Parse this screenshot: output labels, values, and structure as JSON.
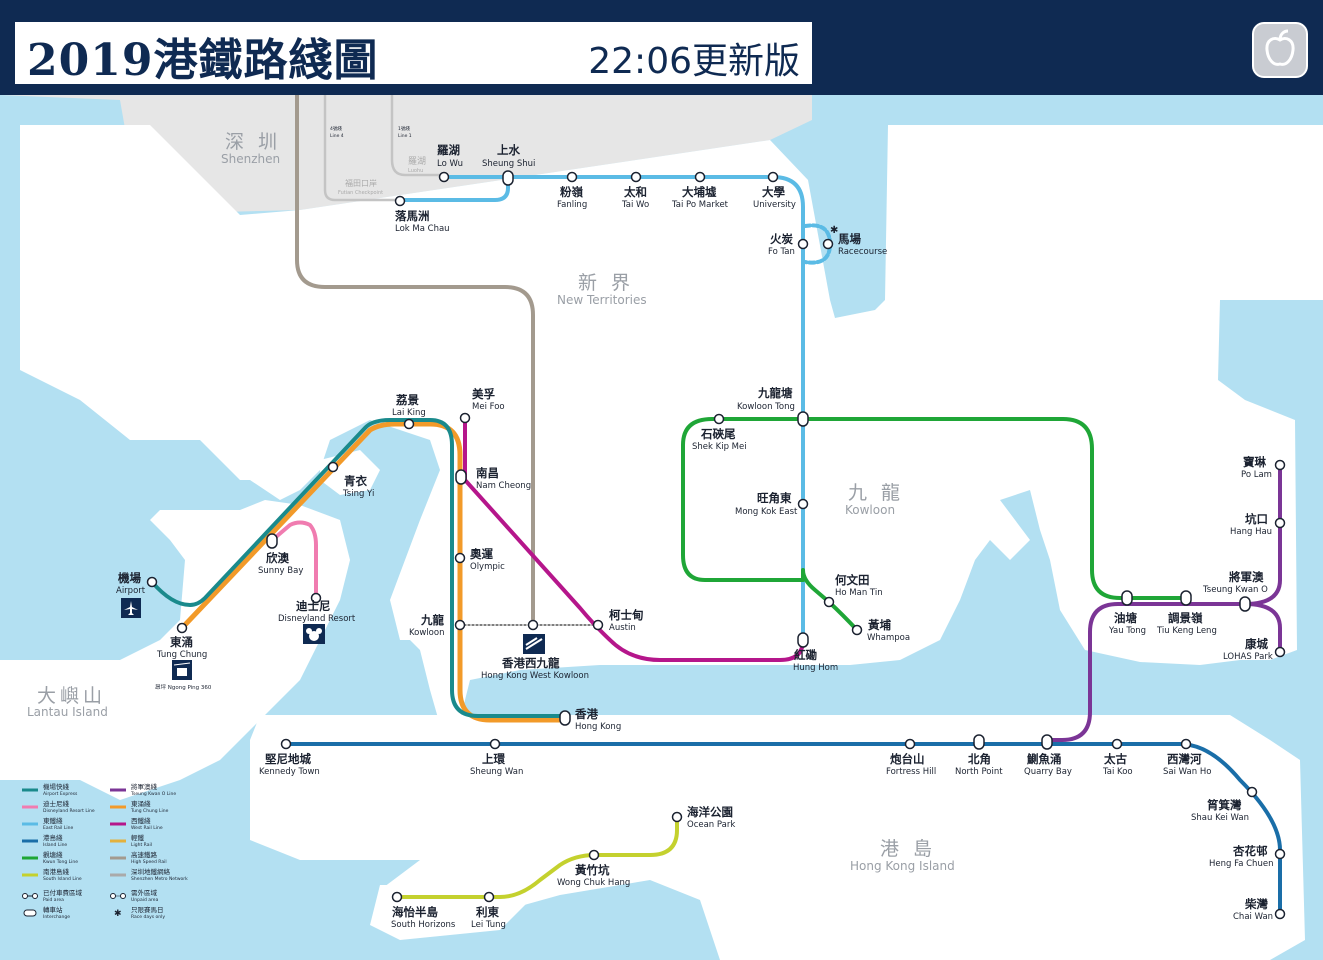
{
  "header": {
    "title": "2019港鐵路綫圖",
    "version": "22:06更新版",
    "app_icon": "apple-logo-icon"
  },
  "colors": {
    "airport_express": "#1a8a8c",
    "disneyland_resort": "#f07cb0",
    "east_rail": "#5bbbe5",
    "island": "#1a6ea8",
    "kwun_tong": "#1fa637",
    "tseung_kwan_o": "#7b3596",
    "tung_chung": "#f29a29",
    "west_rail": "#b5168b",
    "south_island": "#c4d12e",
    "shenzhen_metro": "#aaaaaa",
    "high_speed_rail": "#a39a8e",
    "header_bg": "#0f2a52",
    "water": "#b3e0f2",
    "land": "#ffffff"
  },
  "regions": {
    "shenzhen": {
      "zh": "深 圳",
      "en": "Shenzhen"
    },
    "new_territories": {
      "zh": "新 界",
      "en": "New Territories"
    },
    "kowloon": {
      "zh": "九 龍",
      "en": "Kowloon"
    },
    "lantau": {
      "zh": "大嶼山",
      "en": "Lantau Island"
    },
    "hk_island": {
      "zh": "港 島",
      "en": "Hong Kong Island"
    }
  },
  "shenzhen_labels": {
    "line4": "4號綫",
    "line4_en": "Line 4",
    "line1": "1號綫",
    "line1_en": "Line 1",
    "lowu_sz": "羅湖",
    "lowu_sz_en": "Luohu",
    "futian": "福田口岸",
    "futian_en": "Futian Checkpoint"
  },
  "stations": {
    "lo_wu": {
      "zh": "羅湖",
      "en": "Lo Wu"
    },
    "sheung_shui": {
      "zh": "上水",
      "en": "Sheung Shui"
    },
    "fanling": {
      "zh": "粉嶺",
      "en": "Fanling"
    },
    "tai_wo": {
      "zh": "太和",
      "en": "Tai Wo"
    },
    "tai_po_market": {
      "zh": "大埔墟",
      "en": "Tai Po Market"
    },
    "university": {
      "zh": "大學",
      "en": "University"
    },
    "lok_ma_chau": {
      "zh": "落馬洲",
      "en": "Lok Ma Chau"
    },
    "fo_tan": {
      "zh": "火炭",
      "en": "Fo Tan"
    },
    "racecourse": {
      "zh": "馬場",
      "en": "Racecourse"
    },
    "kowloon_tong": {
      "zh": "九龍塘",
      "en": "Kowloon Tong"
    },
    "shek_kip_mei": {
      "zh": "石硤尾",
      "en": "Shek Kip Mei"
    },
    "mong_kok_east": {
      "zh": "旺角東",
      "en": "Mong Kok East"
    },
    "ho_man_tin": {
      "zh": "何文田",
      "en": "Ho Man Tin"
    },
    "whampoa": {
      "zh": "黃埔",
      "en": "Whampoa"
    },
    "hung_hom": {
      "zh": "紅磡",
      "en": "Hung Hom"
    },
    "lai_king": {
      "zh": "荔景",
      "en": "Lai King"
    },
    "mei_foo": {
      "zh": "美孚",
      "en": "Mei Foo"
    },
    "tsing_yi": {
      "zh": "青衣",
      "en": "Tsing Yi"
    },
    "nam_cheong": {
      "zh": "南昌",
      "en": "Nam Cheong"
    },
    "olympic": {
      "zh": "奧運",
      "en": "Olympic"
    },
    "kowloon": {
      "zh": "九龍",
      "en": "Kowloon"
    },
    "austin": {
      "zh": "柯士甸",
      "en": "Austin"
    },
    "hk_west_kowloon": {
      "zh": "香港西九龍",
      "en": "Hong Kong West Kowloon"
    },
    "hong_kong": {
      "zh": "香港",
      "en": "Hong Kong"
    },
    "sunny_bay": {
      "zh": "欣澳",
      "en": "Sunny Bay"
    },
    "disneyland": {
      "zh": "迪士尼",
      "en": "Disneyland Resort"
    },
    "airport": {
      "zh": "機場",
      "en": "Airport"
    },
    "tung_chung": {
      "zh": "東涌",
      "en": "Tung Chung"
    },
    "ngong_ping": {
      "text": "昂坪 Ngong Ping 360"
    },
    "po_lam": {
      "zh": "寶琳",
      "en": "Po Lam"
    },
    "hang_hau": {
      "zh": "坑口",
      "en": "Hang Hau"
    },
    "tseung_kwan_o": {
      "zh": "將軍澳",
      "en": "Tseung Kwan O"
    },
    "lohas_park": {
      "zh": "康城",
      "en": "LOHAS Park"
    },
    "yau_tong": {
      "zh": "油塘",
      "en": "Yau Tong"
    },
    "tiu_keng_leng": {
      "zh": "調景嶺",
      "en": "Tiu Keng Leng"
    },
    "kennedy_town": {
      "zh": "堅尼地城",
      "en": "Kennedy Town"
    },
    "sheung_wan": {
      "zh": "上環",
      "en": "Sheung Wan"
    },
    "fortress_hill": {
      "zh": "炮台山",
      "en": "Fortress Hill"
    },
    "north_point": {
      "zh": "北角",
      "en": "North Point"
    },
    "quarry_bay": {
      "zh": "鰂魚涌",
      "en": "Quarry Bay"
    },
    "tai_koo": {
      "zh": "太古",
      "en": "Tai Koo"
    },
    "sai_wan_ho": {
      "zh": "西灣河",
      "en": "Sai Wan Ho"
    },
    "shau_kei_wan": {
      "zh": "筲箕灣",
      "en": "Shau Kei Wan"
    },
    "heng_fa_chuen": {
      "zh": "杏花邨",
      "en": "Heng Fa Chuen"
    },
    "chai_wan": {
      "zh": "柴灣",
      "en": "Chai Wan"
    },
    "ocean_park": {
      "zh": "海洋公園",
      "en": "Ocean Park"
    },
    "wong_chuk_hang": {
      "zh": "黃竹坑",
      "en": "Wong Chuk Hang"
    },
    "lei_tung": {
      "zh": "利東",
      "en": "Lei Tung"
    },
    "south_horizons": {
      "zh": "海怡半島",
      "en": "South Horizons"
    }
  },
  "legend": [
    {
      "zh": "機場快綫",
      "en": "Airport Express",
      "color": "#1a8a8c"
    },
    {
      "zh": "迪士尼綫",
      "en": "Disneyland Resort Line",
      "color": "#f07cb0"
    },
    {
      "zh": "東鐵綫",
      "en": "East Rail Line",
      "color": "#5bbbe5"
    },
    {
      "zh": "港島綫",
      "en": "Island Line",
      "color": "#1a6ea8"
    },
    {
      "zh": "觀塘綫",
      "en": "Kwun Tong Line",
      "color": "#1fa637"
    },
    {
      "zh": "南港島綫",
      "en": "South Island Line",
      "color": "#c4d12e"
    },
    {
      "zh": "已付車費區域",
      "en": "Paid area",
      "color": "sym-paid"
    },
    {
      "zh": "轉車站",
      "en": "Interchange",
      "color": "sym-interchange"
    },
    {
      "zh": "將軍澳綫",
      "en": "Tseung Kwan O Line",
      "color": "#7b3596"
    },
    {
      "zh": "東涌綫",
      "en": "Tung Chung Line",
      "color": "#f29a29"
    },
    {
      "zh": "西鐵綫",
      "en": "West Rail Line",
      "color": "#b5168b"
    },
    {
      "zh": "輕鐵",
      "en": "Light Rail",
      "color": "#e3b13c"
    },
    {
      "zh": "高速鐵路",
      "en": "High Speed Rail",
      "color": "#a39a8e"
    },
    {
      "zh": "深圳地鐵網絡",
      "en": "Shenzhen Metro Network",
      "color": "#aaaaaa"
    },
    {
      "zh": "需外區域",
      "en": "Unpaid area",
      "color": "sym-unpaid"
    },
    {
      "zh": "只限賽馬日",
      "en": "Race days only",
      "color": "sym-race"
    }
  ]
}
